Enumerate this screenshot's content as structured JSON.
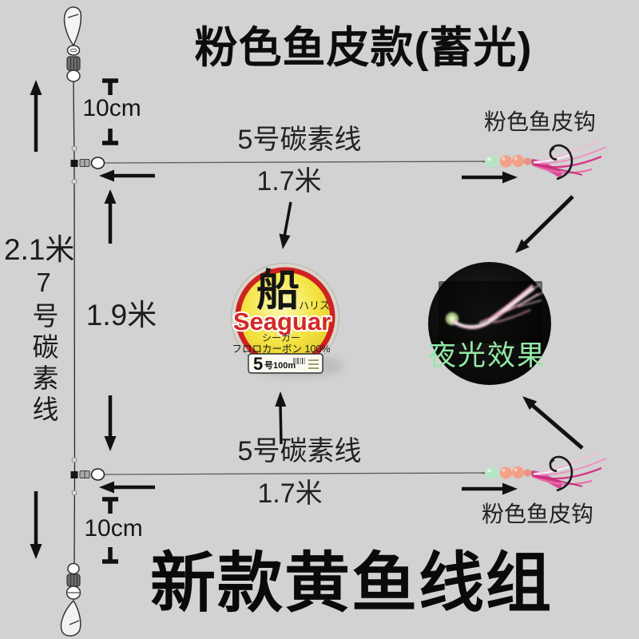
{
  "titles": {
    "top": "粉色鱼皮款(蓄光)",
    "bottom": "新款黄鱼线组"
  },
  "dimensions": {
    "dropper_top": "10cm",
    "dropper_bottom": "10cm",
    "branch_top_length": "1.7米",
    "branch_bottom_length": "1.7米",
    "main_length": "2.1米",
    "mid_spacing": "1.9米"
  },
  "line_labels": {
    "branch_top": "5号碳素线",
    "branch_bottom": "5号碳素线",
    "main": "7号碳素线"
  },
  "hook_labels": {
    "top": "粉色鱼皮钩",
    "bottom": "粉色鱼皮钩"
  },
  "glow": {
    "caption": "夜光效果",
    "caption_color": "#93e8a6"
  },
  "spool": {
    "kanji": "船",
    "kanji_side": "ハリス",
    "brand": "Seaguar",
    "brand_katakana": "シーガー",
    "material": "フロロカーボン 100%",
    "size_big": "5",
    "size_rest": "号100m"
  },
  "colors": {
    "background": "#d2d2d2",
    "text": "#1f1f1f",
    "arrow": "#111111",
    "spool_ring_red": "#cf2121",
    "spool_yellow": "#f2e23c",
    "brand_red": "#d32828",
    "bead_green": "#b7e5c3",
    "bead_salmon": "#f4a189",
    "skirt_pink": "#d84090",
    "glow_circle": "#0b0b0b",
    "glow_text_green": "#93e8a6"
  }
}
